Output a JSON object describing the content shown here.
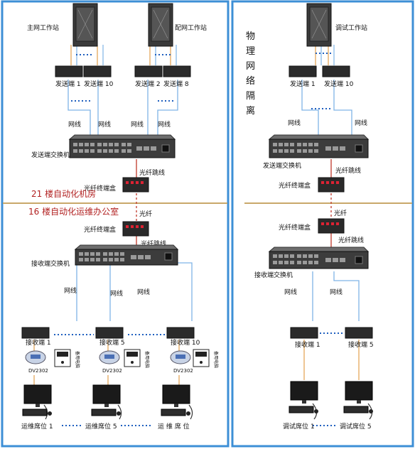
{
  "colors": {
    "frame": "#3d8fd6",
    "divider": "#c9a86a",
    "floor_text": "#b22222",
    "network_cable": "#7fb3e6",
    "fiber": "#c0392b",
    "usb_cable": "#e2a04c",
    "dot_line": "#1f5fbf",
    "label": "#111111"
  },
  "left": {
    "workstations": [
      "主网工作站",
      "配网工作站"
    ],
    "senders": [
      "发送端 1",
      "发送端 10",
      "发送端 2",
      "发送端 8"
    ],
    "cable_labels": [
      "网线",
      "网线",
      "网线",
      "网线"
    ],
    "send_switch": "发送端交换机",
    "patch_top": "光纤跳线",
    "term_box_top": "光纤终端盒",
    "floor_top": "21 楼自动化机房",
    "floor_bottom": "16 楼自动化运维办公室",
    "fiber": "光纤",
    "term_box_bottom": "光纤终端盒",
    "patch_bottom": "光纤跳线",
    "recv_switch": "接收端交换机",
    "recv_cable_labels": [
      "网线",
      "网线",
      "网线"
    ],
    "receivers": [
      "接收端 1",
      "接收端 5",
      "接收端 10"
    ],
    "kvm": [
      "DV2302",
      "DV2302",
      "DV2302"
    ],
    "pc_tag": [
      "备用电脑",
      "备用电脑",
      "备用电脑"
    ],
    "seats": [
      "运维席位 1",
      "运维席位 5",
      "运 维 席 位"
    ]
  },
  "middle": {
    "vertical_text": [
      "物",
      "理",
      "网",
      "络",
      "隔",
      "离"
    ]
  },
  "right": {
    "workstation": "调试工作站",
    "senders": [
      "发送端 1",
      "发送端 10"
    ],
    "cable_labels": [
      "网线",
      "网线"
    ],
    "send_switch": "发送端交换机",
    "patch_top": "光纤跳线",
    "term_box_top": "光纤终端盒",
    "fiber": "光纤",
    "term_box_bottom": "光纤终端盒",
    "patch_bottom": "光纤跳线",
    "recv_switch": "接收端交换机",
    "recv_cable_labels": [
      "网线",
      "网线"
    ],
    "receivers": [
      "接收端 1",
      "接收端 5"
    ],
    "seats": [
      "调试席位 1",
      "调试席位 5"
    ]
  }
}
